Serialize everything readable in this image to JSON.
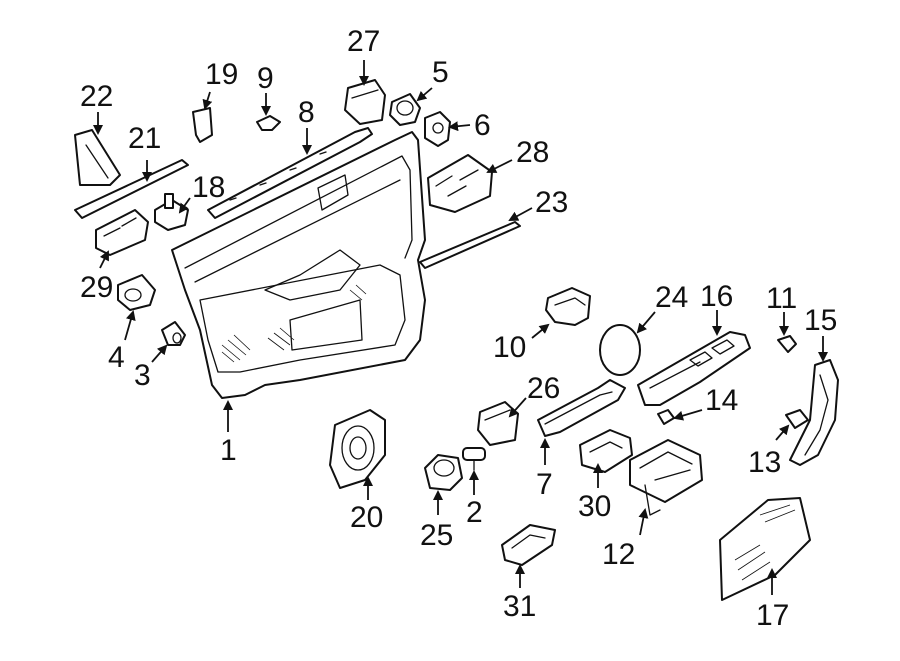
{
  "diagram": {
    "labels": {
      "p1": "1",
      "p2": "2",
      "p3": "3",
      "p4": "4",
      "p5": "5",
      "p6": "6",
      "p7": "7",
      "p8": "8",
      "p9": "9",
      "p10": "10",
      "p11": "11",
      "p12": "12",
      "p13": "13",
      "p14": "14",
      "p15": "15",
      "p16": "16",
      "p17": "17",
      "p18": "18",
      "p19": "19",
      "p20": "20",
      "p21": "21",
      "p22": "22",
      "p23": "23",
      "p24": "24",
      "p25": "25",
      "p26": "26",
      "p27": "27",
      "p28": "28",
      "p29": "29",
      "p30": "30",
      "p31": "31"
    }
  }
}
